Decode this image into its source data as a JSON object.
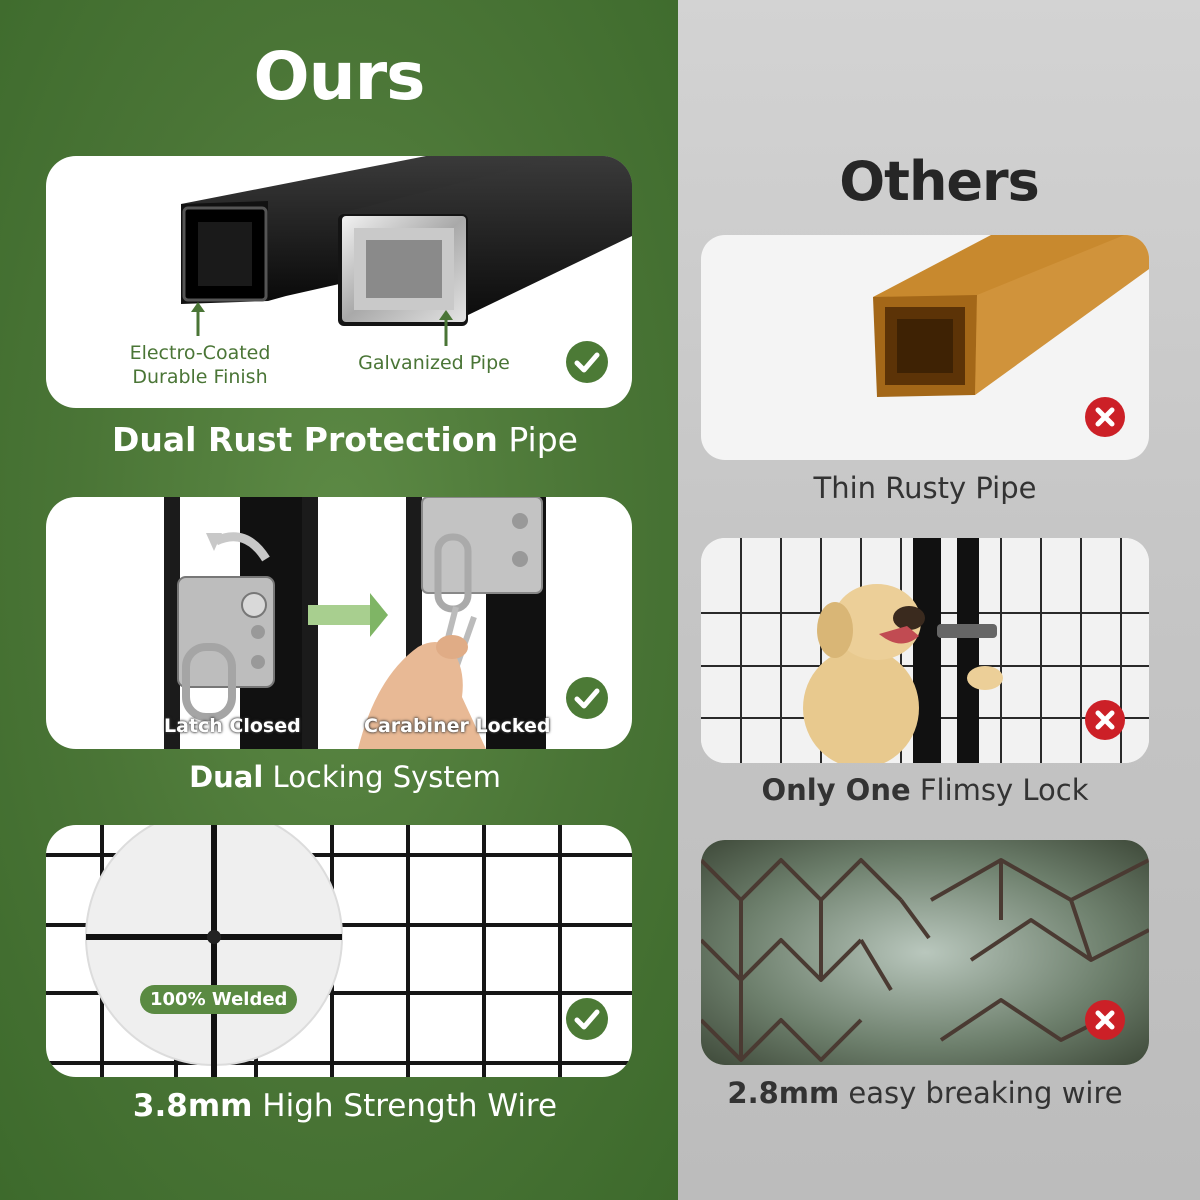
{
  "ours": {
    "title": "Ours",
    "pipe": {
      "label_coating": "Electro-Coated Durable Finish",
      "label_coating_line1": "Electro-Coated",
      "label_coating_line2": "Durable Finish",
      "label_galvanized": "Galvanized Pipe",
      "caption_bold": "Dual Rust Protection",
      "caption_rest": " Pipe"
    },
    "lock": {
      "label_latch": "Latch Closed",
      "label_carabiner": "Carabiner Locked",
      "caption_bold": "Dual",
      "caption_rest": " Locking System"
    },
    "wire": {
      "badge": "100% Welded",
      "caption_bold": "3.8mm",
      "caption_rest": " High Strength Wire"
    }
  },
  "others": {
    "title": "Others",
    "pipe": {
      "caption": "Thin Rusty Pipe"
    },
    "lock": {
      "caption_bold": "Only One",
      "caption_rest": " Flimsy Lock"
    },
    "wire": {
      "caption_bold": "2.8mm",
      "caption_rest": " easy breaking wire"
    }
  },
  "colors": {
    "ours_bg": "#4a7536",
    "check": "#4c7a36",
    "cross": "#cc2027",
    "others_bg": "#c6c6c6"
  },
  "icons": {
    "ours_status": "check-circle-icon",
    "others_status": "x-circle-icon"
  }
}
